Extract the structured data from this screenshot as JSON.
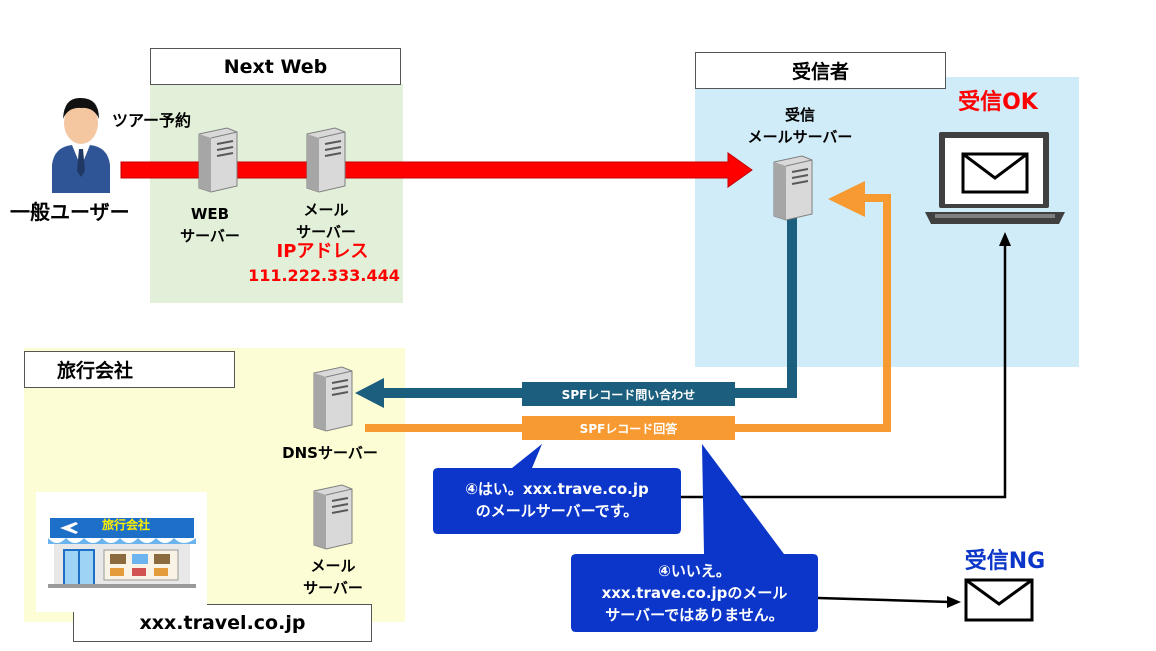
{
  "regions": {
    "next_web": {
      "title": "Next Web"
    },
    "receiver": {
      "title": "受信者"
    },
    "travel_agency": {
      "title": "旅行会社",
      "domain": "xxx.travel.co.jp"
    }
  },
  "user": {
    "label": "一般ユーザー",
    "action": "ツアー予約"
  },
  "servers": {
    "web": {
      "line1": "WEB",
      "line2": "サーバー"
    },
    "mail": {
      "line1": "メール",
      "line2": "サーバー"
    },
    "receive_mail": {
      "line1": "受信",
      "line2": "メールサーバー"
    },
    "dns": {
      "label": "DNSサーバー"
    },
    "travel_mail": {
      "line1": "メール",
      "line2": "サーバー"
    }
  },
  "ip": {
    "label": "IPアドレス",
    "value": "111.222.333.444"
  },
  "spf": {
    "query": "SPFレコード問い合わせ",
    "answer": "SPFレコード回答"
  },
  "callouts": {
    "yes": {
      "line1": "④はい。xxx.trave.co.jp",
      "line2": "のメールサーバーです。"
    },
    "no": {
      "line1": "④いいえ。",
      "line2": "xxx.trave.co.jpのメール",
      "line3": "サーバーではありません。"
    }
  },
  "results": {
    "ok": "受信OK",
    "ng": "受信NG"
  },
  "shop_sign": "旅行会社",
  "colors": {
    "green_region": "#e2f0d9",
    "blue_region": "#d0ecf8",
    "yellow_region": "#fdfdd5",
    "red_arrow": "#ff0000",
    "query_arrow": "#1b5e7e",
    "answer_arrow": "#f79a32",
    "callout": "#0c36c9",
    "ok_text": "#ff0000",
    "ng_text": "#0c36c9"
  }
}
